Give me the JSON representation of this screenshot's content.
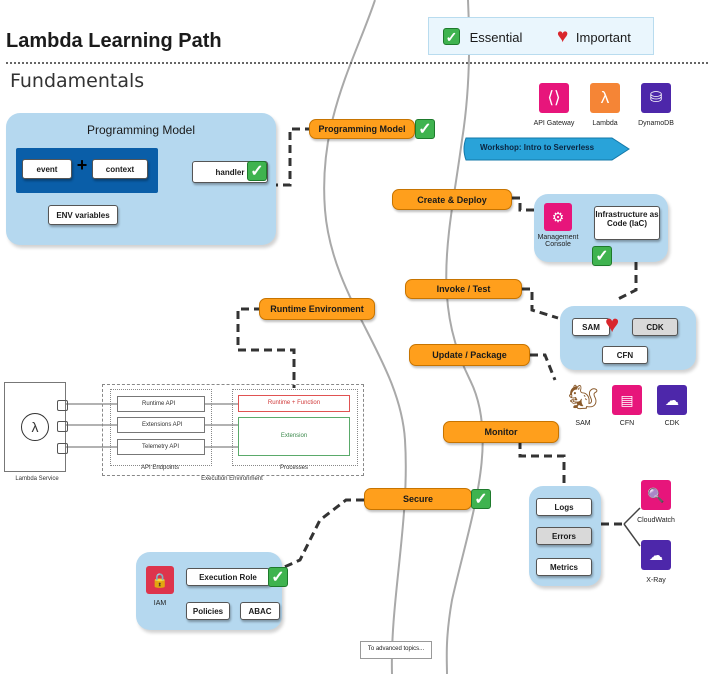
{
  "header": {
    "title": "Lambda Learning Path",
    "section": "Fundamentals"
  },
  "legend": {
    "essential": "Essential",
    "important": "Important"
  },
  "colors": {
    "milestone": "#ff9f1c",
    "panel": "#b5d8ef",
    "workshop": "#29a3d9",
    "essential": "#3fb34f",
    "important": "#d9262c"
  },
  "programming_model": {
    "title": "Programming Model",
    "event": "event",
    "plus": "+",
    "context": "context",
    "handler": "handler",
    "env": "ENV variables"
  },
  "milestones": {
    "programming_model": "Programming Model",
    "create_deploy": "Create & Deploy",
    "runtime_environment": "Runtime Environment",
    "invoke_test": "Invoke / Test",
    "update_package": "Update / Package",
    "monitor": "Monitor",
    "secure": "Secure"
  },
  "workshop": "Workshop: Intro to Serverless",
  "services_top": [
    {
      "label": "API Gateway",
      "color": "#e7157b",
      "icon": "api-gateway-icon",
      "glyph": "⟨⟩"
    },
    {
      "label": "Lambda",
      "color": "#f58536",
      "icon": "lambda-icon",
      "glyph": "λ"
    },
    {
      "label": "DynamoDB",
      "color": "#4d27aa",
      "icon": "dynamodb-icon",
      "glyph": "⛁"
    }
  ],
  "create_deploy": {
    "console": "Management Console",
    "iac": "Infrastructure as Code (IaC)"
  },
  "iac_tools": {
    "sam": "SAM",
    "cdk": "CDK",
    "cfn": "CFN"
  },
  "iac_icons": [
    {
      "label": "SAM",
      "icon": "squirrel-icon"
    },
    {
      "label": "CFN",
      "color": "#e7157b",
      "icon": "cloudformation-icon"
    },
    {
      "label": "CDK",
      "color": "#4d27aa",
      "icon": "cdk-icon"
    }
  ],
  "runtime": {
    "lambda_service": "Lambda Service",
    "apis": [
      "Runtime API",
      "Extensions API",
      "Telemetry API"
    ],
    "runtime_function": "Runtime + Function",
    "extension": "Extension",
    "api_endpoints": "API Endpoints",
    "processes": "Processes",
    "execution_environment": "Execution Environment"
  },
  "monitor": {
    "items": [
      "Logs",
      "Errors",
      "Metrics"
    ],
    "cloudwatch": "CloudWatch",
    "xray": "X-Ray"
  },
  "secure": {
    "iam": "IAM",
    "execution_role": "Execution Role",
    "policies": "Policies",
    "abac": "ABAC"
  },
  "footer": "To advanced topics..."
}
